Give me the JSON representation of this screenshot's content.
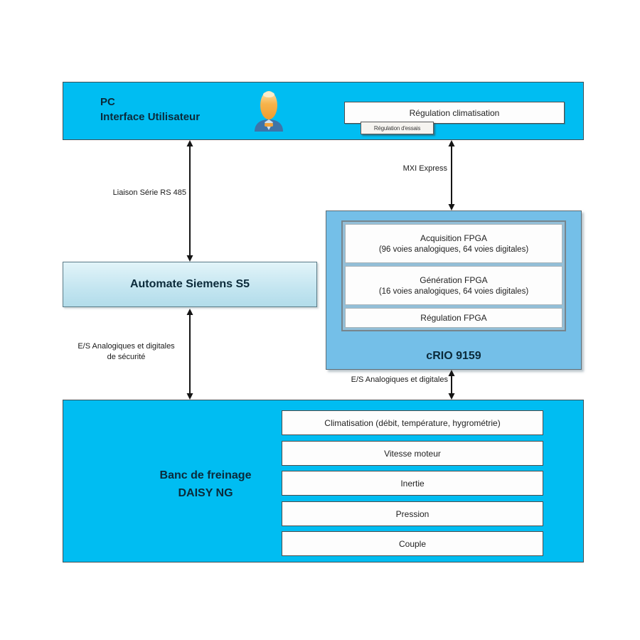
{
  "colors": {
    "cyan": "#00BDF2",
    "crio_blue": "#74BFE8",
    "automate_blue": "#C3E5F0",
    "title_ink": "#0B2A3A"
  },
  "pc_box": {
    "title_line1": "PC",
    "title_line2": "Interface Utilisateur",
    "window_title": "Régulation climatisation",
    "window_tab": "Régulation d'essais"
  },
  "connections": {
    "pc_automate": "Liaison Série RS 485",
    "pc_crio": "MXI Express",
    "automate_banc_line1": "E/S Analogiques et digitales",
    "automate_banc_line2": "de sécurité",
    "crio_banc": "E/S Analogiques et digitales"
  },
  "automate_box": {
    "label": "Automate Siemens S5"
  },
  "crio_box": {
    "label": "cRIO 9159",
    "modules": [
      {
        "line1": "Acquisition FPGA",
        "line2": "(96 voies analogiques, 64 voies digitales)"
      },
      {
        "line1": "Génération FPGA",
        "line2": "(16 voies analogiques, 64 voies digitales)"
      },
      {
        "line1": "Régulation FPGA"
      }
    ]
  },
  "banc_box": {
    "title_line1": "Banc de freinage",
    "title_line2": "DAISY NG",
    "signals": [
      "Climatisation (débit, température, hygrométrie)",
      "Vitesse moteur",
      "Inertie",
      "Pression",
      "Couple"
    ]
  }
}
